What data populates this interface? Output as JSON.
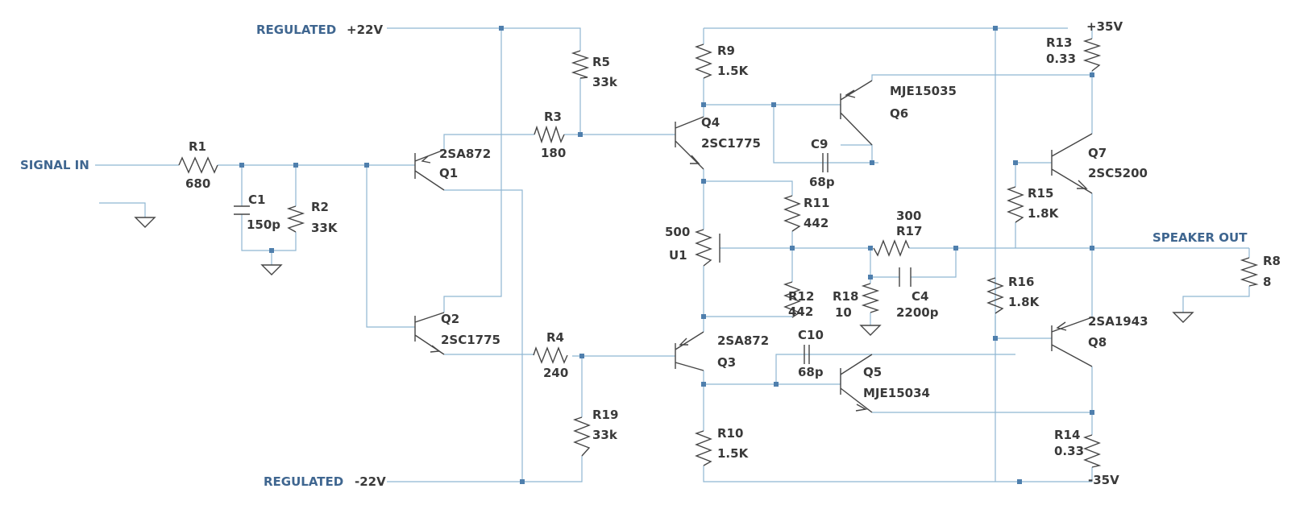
{
  "nets": {
    "signal_in": "SIGNAL IN",
    "reg_pos": "REGULATED",
    "reg_pos_v": "+22V",
    "reg_neg": "REGULATED",
    "reg_neg_v": "-22V",
    "v_pos35": "+35V",
    "v_neg35": "-35V",
    "speaker_out": "SPEAKER OUT"
  },
  "resistors": {
    "r1": {
      "ref": "R1",
      "value": "680"
    },
    "r2": {
      "ref": "R2",
      "value": "33K"
    },
    "r3": {
      "ref": "R3",
      "value": "180"
    },
    "r4": {
      "ref": "R4",
      "value": "240"
    },
    "r5": {
      "ref": "R5",
      "value": "33k"
    },
    "r8": {
      "ref": "R8",
      "value": "8"
    },
    "r9": {
      "ref": "R9",
      "value": "1.5K"
    },
    "r10": {
      "ref": "R10",
      "value": "1.5K"
    },
    "r11": {
      "ref": "R11",
      "value": "442"
    },
    "r12": {
      "ref": "R12",
      "value": "442"
    },
    "r13": {
      "ref": "R13",
      "value": "0.33"
    },
    "r14": {
      "ref": "R14",
      "value": "0.33"
    },
    "r15": {
      "ref": "R15",
      "value": "1.8K"
    },
    "r16": {
      "ref": "R16",
      "value": "1.8K"
    },
    "r17": {
      "ref": "R17",
      "value": "300"
    },
    "r18": {
      "ref": "R18",
      "value": "10"
    },
    "r19": {
      "ref": "R19",
      "value": "33k"
    }
  },
  "capacitors": {
    "c1": {
      "ref": "C1",
      "value": "150p"
    },
    "c4": {
      "ref": "C4",
      "value": "2200p"
    },
    "c9": {
      "ref": "C9",
      "value": "68p"
    },
    "c10": {
      "ref": "C10",
      "value": "68p"
    }
  },
  "potentiometer": {
    "ref": "U1",
    "value": "500"
  },
  "transistors": {
    "q1": {
      "ref": "Q1",
      "part": "2SA872"
    },
    "q2": {
      "ref": "Q2",
      "part": "2SC1775"
    },
    "q3": {
      "ref": "Q3",
      "part": "2SA872"
    },
    "q4": {
      "ref": "Q4",
      "part": "2SC1775"
    },
    "q5": {
      "ref": "Q5",
      "part": "MJE15034"
    },
    "q6": {
      "ref": "Q6",
      "part": "MJE15035"
    },
    "q7": {
      "ref": "Q7",
      "part": "2SC5200"
    },
    "q8": {
      "ref": "Q8",
      "part": "2SA1943"
    }
  }
}
